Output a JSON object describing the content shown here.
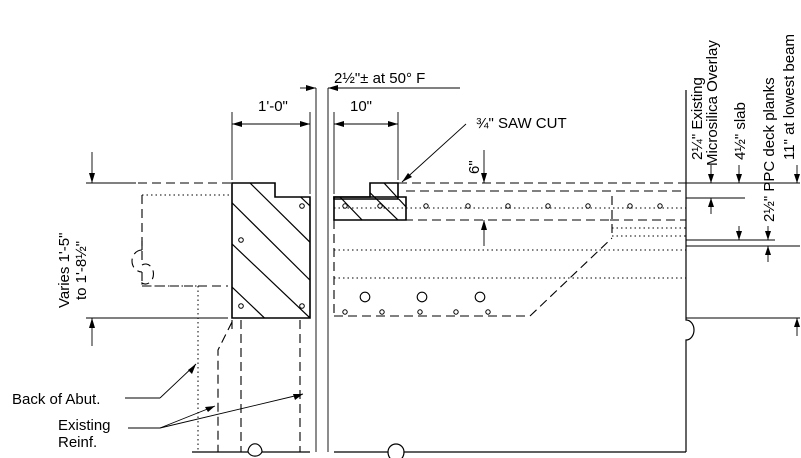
{
  "labels": {
    "dim_1ft": "1'-0\"",
    "dim_10in": "10\"",
    "dim_gap": "2½\"± at 50° F",
    "saw_cut": "¾\" SAW CUT",
    "dim_6in": "6\"",
    "varies_line1": "Varies 1'-5\"",
    "varies_line2": "to 1'-8½\"",
    "overlay_line1": "2¼\" Existing",
    "overlay_line2": "Microsilica Overlay",
    "slab": "4½\" slab",
    "planks": "2½\" PPC deck planks",
    "lowest_beam": "11\" at lowest beam",
    "back_of_abut": "Back of Abut.",
    "existing": "Existing",
    "reinf": "Reinf."
  }
}
